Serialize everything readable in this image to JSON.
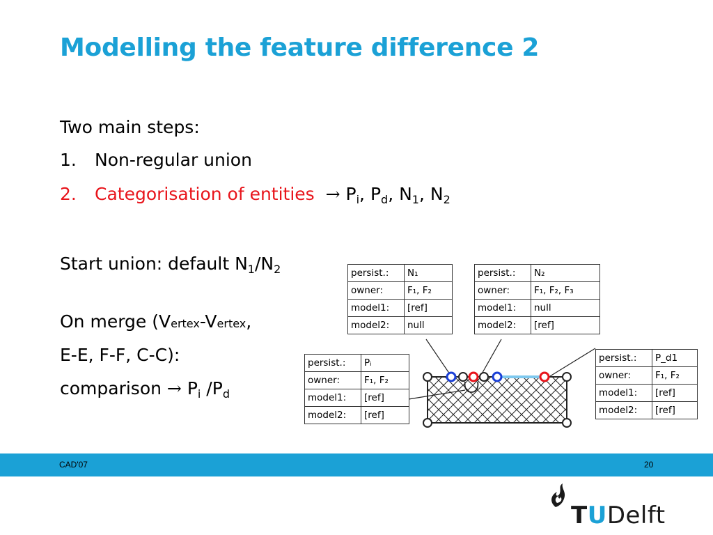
{
  "slide": {
    "title": "Modelling the feature difference 2",
    "intro": "Two main steps:",
    "steps": [
      {
        "num": "1.",
        "label": "Non-regular union"
      },
      {
        "num": "2.",
        "label": "Categorisation of entities",
        "result_arrow": "→",
        "result": [
          "P",
          "i",
          ", P",
          "d",
          ", N",
          "1",
          ", N",
          "2"
        ]
      }
    ],
    "start_union": {
      "text": "Start union: default N",
      "sub1": "1",
      "mid": "/N",
      "sub2": "2"
    },
    "merge": {
      "l1a": "On merge (V",
      "l1b": "ertex",
      "l1c": "-V",
      "l1d": "ertex",
      "l1e": ",",
      "l2": "E-E, F-F, C-C):",
      "l3a": "comparison ",
      "arrow": "→",
      "l3b": " P",
      "l3c": "i",
      "l3d": " /P",
      "l3e": "d"
    }
  },
  "tables": [
    {
      "id": "n1",
      "rows": [
        [
          "persist.:",
          "N₁"
        ],
        [
          "owner:",
          "F₁, F₂"
        ],
        [
          "model1:",
          "[ref]"
        ],
        [
          "model2:",
          "null"
        ]
      ]
    },
    {
      "id": "n2",
      "rows": [
        [
          "persist.:",
          "N₂"
        ],
        [
          "owner:",
          "F₁, F₂, F₃"
        ],
        [
          "model1:",
          "null"
        ],
        [
          "model2:",
          "[ref]"
        ]
      ]
    },
    {
      "id": "pi",
      "rows": [
        [
          "persist.:",
          "Pᵢ"
        ],
        [
          "owner:",
          "F₁, F₂"
        ],
        [
          "model1:",
          "[ref]"
        ],
        [
          "model2:",
          "[ref]"
        ]
      ]
    },
    {
      "id": "pd1",
      "rows": [
        [
          "persist.:",
          "P_d1"
        ],
        [
          "owner:",
          "F₁, F₂"
        ],
        [
          "model1:",
          "[ref]"
        ],
        [
          "model2:",
          "[ref]"
        ]
      ]
    }
  ],
  "footer": {
    "left": "CAD'07",
    "right": "20"
  },
  "logo": {
    "t": "T",
    "u": "U",
    "delft": "Delft"
  },
  "colors": {
    "accent": "#1ba1d6",
    "highlight": "#e8141b"
  }
}
